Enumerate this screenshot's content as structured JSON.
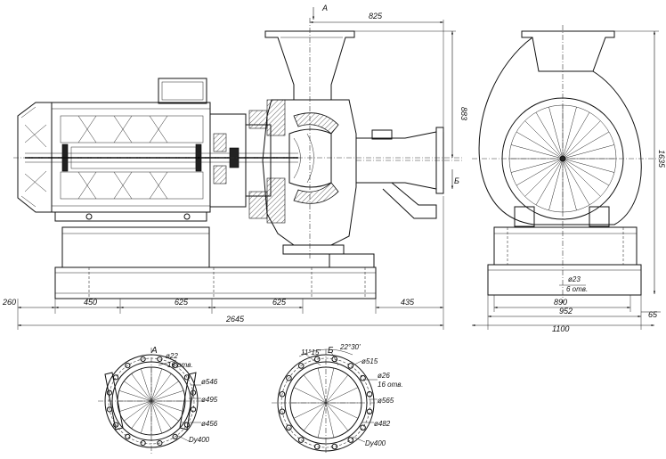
{
  "front_view": {
    "dims": {
      "top_width": "825",
      "height": "883",
      "left_offset": "260",
      "seg1": "450",
      "seg2": "625",
      "seg3": "625",
      "seg4": "435",
      "total_length": "2645"
    },
    "section_mark_a": "A",
    "section_mark_b": "Б"
  },
  "side_view": {
    "dims": {
      "height": "1635",
      "hole": "ø23",
      "holes_count": "6 отв.",
      "w1": "890",
      "w2": "952",
      "w3": "1100",
      "margin": "65"
    }
  },
  "flange_a": {
    "title": "А",
    "hole": "ø22",
    "holes_count": "16 отв.",
    "d1": "ø546",
    "d2": "ø495",
    "d3": "ø456",
    "dn": "Dy400"
  },
  "flange_b": {
    "title": "Б",
    "angle1": "11°15'",
    "angle2": "22°30'",
    "d0": "ø515",
    "hole": "ø26",
    "holes_count": "16 отв.",
    "d1": "ø565",
    "d2": "ø482",
    "dn": "Dy400"
  }
}
